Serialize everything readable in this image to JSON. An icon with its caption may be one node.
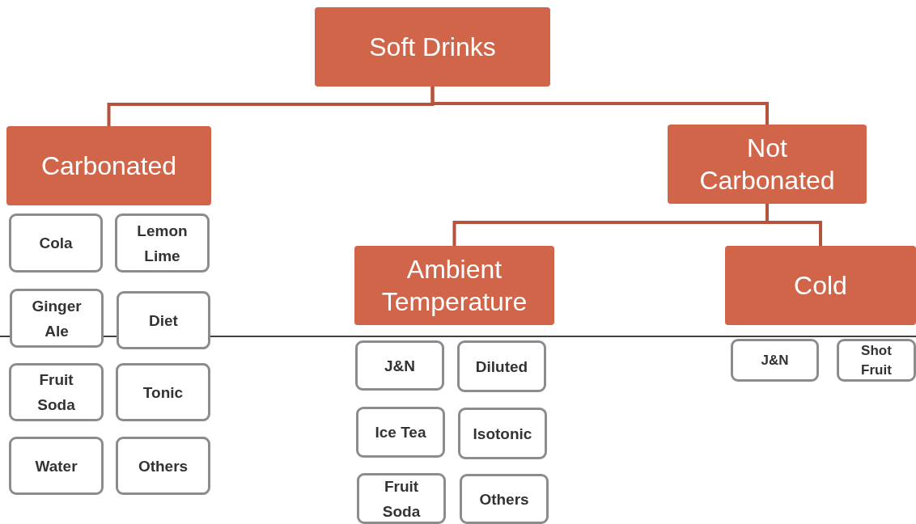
{
  "diagram": {
    "nodes": [
      {
        "text": [
          "Soft Drinks"
        ]
      },
      {
        "text": [
          "Carbonated"
        ]
      },
      {
        "text": [
          "Not Carbonated"
        ]
      },
      {
        "text": [
          "Ambient Temperature"
        ]
      },
      {
        "text": [
          "Cold"
        ]
      },
      {
        "text": [
          "Cola"
        ]
      },
      {
        "text": [
          "Lemon Lime"
        ]
      },
      {
        "text": [
          "Ginger Ale"
        ]
      },
      {
        "text": [
          "Diet"
        ]
      },
      {
        "text": [
          "Fruit Soda"
        ]
      },
      {
        "text": [
          "Tonic"
        ]
      },
      {
        "text": [
          "Water"
        ]
      },
      {
        "text": [
          "Others"
        ]
      },
      {
        "text": [
          "J&N"
        ]
      },
      {
        "text": [
          "Diluted"
        ]
      },
      {
        "text": [
          "Ice Tea"
        ]
      },
      {
        "text": [
          "Isotonic"
        ]
      },
      {
        "text": [
          "Fruit Soda"
        ]
      },
      {
        "text": [
          "Others"
        ]
      },
      {
        "text": [
          "J&N"
        ]
      },
      {
        "text": [
          "Shot Fruit"
        ]
      }
    ],
    "edges": [
      {
        "from": 0,
        "to": 1,
        "arrow": "none"
      },
      {
        "from": 0,
        "to": 2,
        "arrow": "none"
      },
      {
        "from": 2,
        "to": 3,
        "arrow": "none"
      },
      {
        "from": 2,
        "to": 4,
        "arrow": "none"
      }
    ]
  }
}
